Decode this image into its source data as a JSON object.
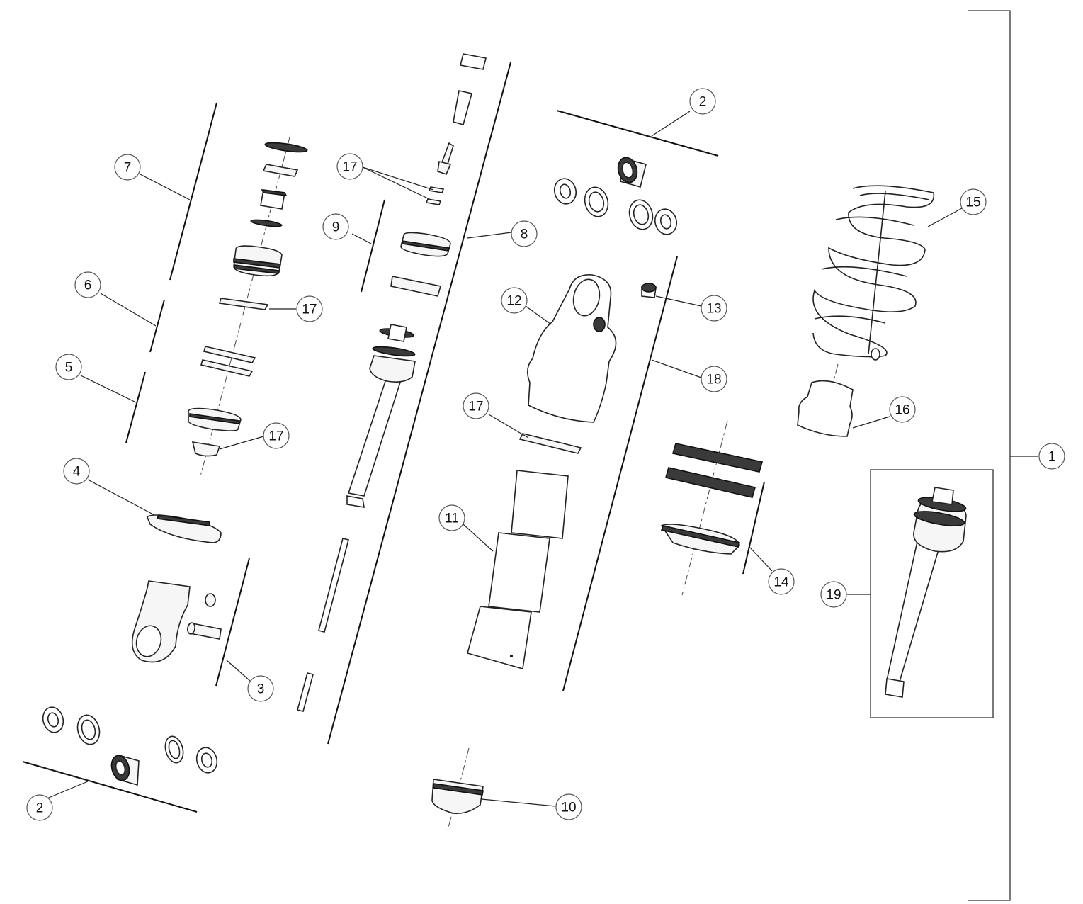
{
  "callouts": [
    {
      "id": "c-1",
      "label": "1"
    },
    {
      "id": "c-2-top",
      "label": "2"
    },
    {
      "id": "c-2-bottom",
      "label": "2"
    },
    {
      "id": "c-3",
      "label": "3"
    },
    {
      "id": "c-4",
      "label": "4"
    },
    {
      "id": "c-5",
      "label": "5"
    },
    {
      "id": "c-6",
      "label": "6"
    },
    {
      "id": "c-7",
      "label": "7"
    },
    {
      "id": "c-8",
      "label": "8"
    },
    {
      "id": "c-9",
      "label": "9"
    },
    {
      "id": "c-10",
      "label": "10"
    },
    {
      "id": "c-11",
      "label": "11"
    },
    {
      "id": "c-12",
      "label": "12"
    },
    {
      "id": "c-13",
      "label": "13"
    },
    {
      "id": "c-14",
      "label": "14"
    },
    {
      "id": "c-15",
      "label": "15"
    },
    {
      "id": "c-16",
      "label": "16"
    },
    {
      "id": "c-17-a",
      "label": "17"
    },
    {
      "id": "c-17-b",
      "label": "17"
    },
    {
      "id": "c-17-c",
      "label": "17"
    },
    {
      "id": "c-17-d",
      "label": "17"
    },
    {
      "id": "c-18",
      "label": "18"
    },
    {
      "id": "c-19",
      "label": "19"
    }
  ]
}
